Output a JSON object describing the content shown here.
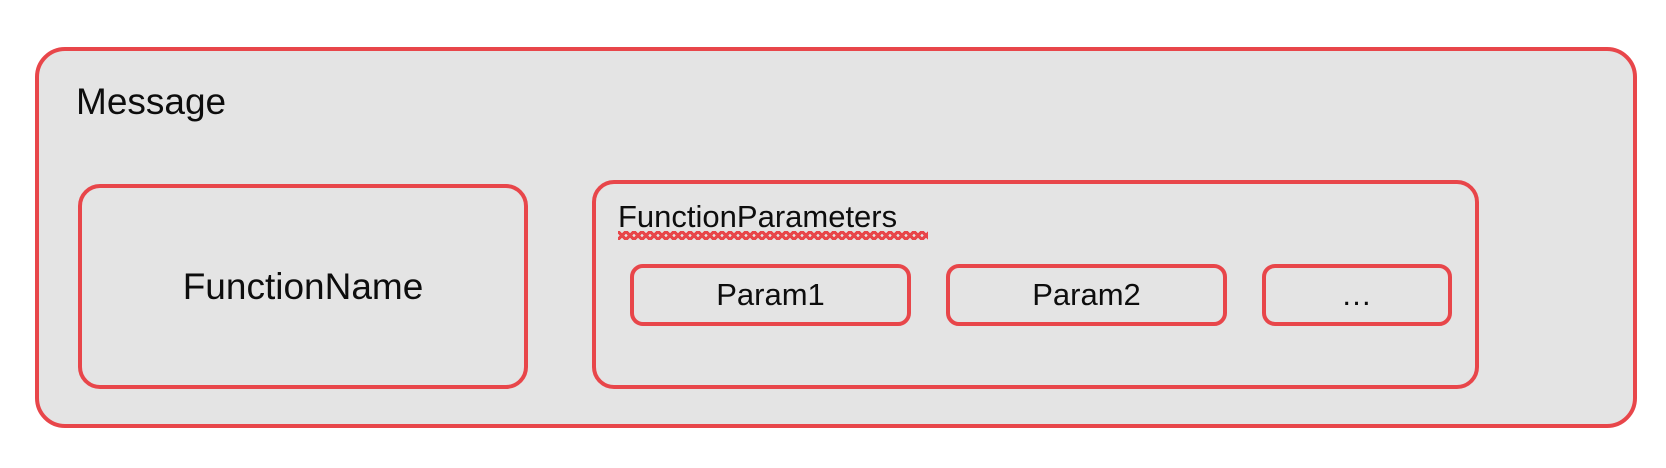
{
  "diagram": {
    "title": "Message",
    "type": "nested-block-diagram",
    "colors": {
      "border": "#e8464a",
      "fill": "#e4e4e4",
      "text": "#0d0d0d",
      "page_background": "#ffffff",
      "spellcheck_underline": "#e8464a"
    },
    "message": {
      "label": "Message",
      "children": {
        "function_name": {
          "label": "FunctionName"
        },
        "function_parameters": {
          "label": "FunctionParameters",
          "has_spellcheck_underline": true,
          "params": [
            {
              "label": "Param1"
            },
            {
              "label": "Param2"
            },
            {
              "label": "…"
            }
          ]
        }
      }
    }
  }
}
